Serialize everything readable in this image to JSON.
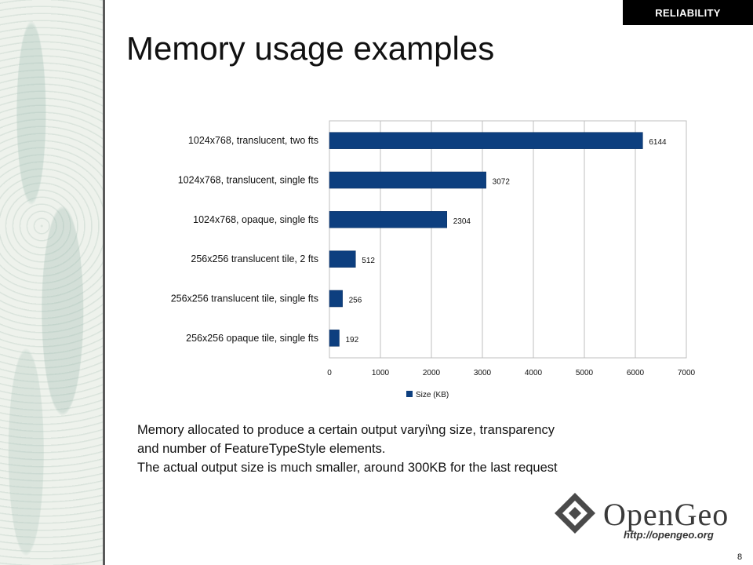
{
  "tag": "RELIABILITY",
  "title": "Memory usage examples",
  "caption": {
    "line1": "Memory allocated to produce a certain output varyi\\ng size, transparency and number of FeatureTypeStyle elements.",
    "line2": "The actual output size is much smaller, around 300KB for the last request"
  },
  "logo": {
    "name": "OpenGeo",
    "url": "http://opengeo.org"
  },
  "page_number": "8",
  "colors": {
    "bar": "#0d3f7f",
    "tag_bg": "#000000"
  },
  "chart_data": {
    "type": "bar",
    "orientation": "horizontal",
    "categories": [
      "1024x768, translucent, two fts",
      "1024x768, translucent, single fts",
      "1024x768, opaque, single fts",
      "256x256 translucent tile, 2 fts",
      "256x256 translucent tile, single fts",
      "256x256 opaque tile, single fts"
    ],
    "series": [
      {
        "name": "Size (KB)",
        "values": [
          6144,
          3072,
          2304,
          512,
          256,
          192
        ]
      }
    ],
    "xlim": [
      0,
      7000
    ],
    "xticks": [
      0,
      1000,
      2000,
      3000,
      4000,
      5000,
      6000,
      7000
    ],
    "grid": true,
    "legend_position": "bottom",
    "data_labels": true
  }
}
